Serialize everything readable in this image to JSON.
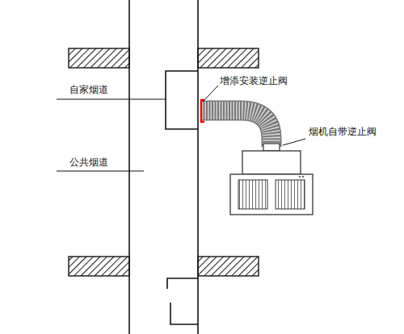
{
  "diagram": {
    "labels": [
      "自家烟道",
      "公共烟道",
      "增添安装逆止阀",
      "烟机自带逆止阀"
    ]
  }
}
